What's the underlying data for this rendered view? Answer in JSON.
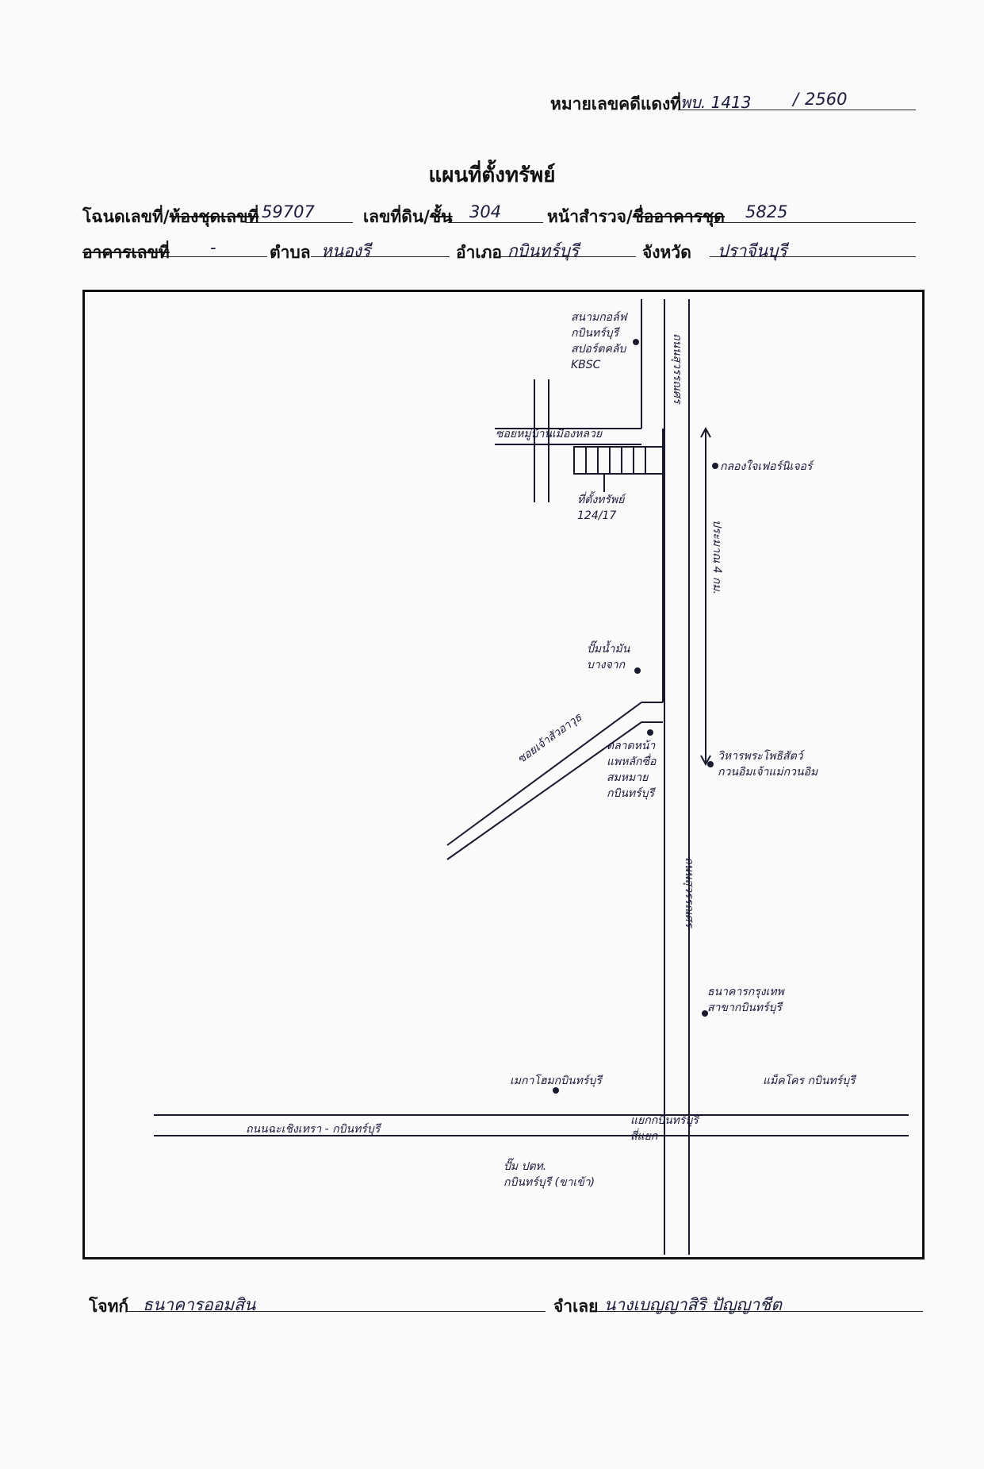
{
  "header": {
    "red_case_label": "หมายเลขคดีแดงที่",
    "red_case_value": "พบ. 1413",
    "red_case_sep": "/",
    "red_case_year": "2560"
  },
  "title": "แผนที่ตั้งทรัพย์",
  "row1": {
    "deed_label": "โฉนดเลขที่/",
    "deed_label_struck": "ห้องชุดเลขที่",
    "deed_value": "59707",
    "land_label": "เลขที่ดิน/",
    "land_label_struck": "ชั้น",
    "land_value": "304",
    "survey_label": "หน้าสำรวจ/",
    "survey_label_struck": "ชื่ออาคารชุด",
    "survey_value": "5825"
  },
  "row2": {
    "building_label_struck": "อาคารเลขที่",
    "building_value": "-",
    "subdistrict_label": "ตำบล",
    "subdistrict_value": "หนองรี",
    "district_label": "อำเภอ",
    "district_value": "กบินทร์บุรี",
    "province_label": "จังหวัด",
    "province_value": "ปราจีนบุรี"
  },
  "map": {
    "golf_course": [
      "สนามกอล์ฟ",
      "กบินทร์บุรี",
      "สปอร์ตคลับ",
      "KBSC"
    ],
    "road_top_vertical": "ถนนสุวรรณศร",
    "soi_top": "ซอยหมู่บ้านเมืองหลวย",
    "property_site": [
      "ที่ตั้งทรัพย์",
      "124/17"
    ],
    "furniture": "กลองใจเฟอร์นิเจอร์",
    "direction_arrow": "ประมาณ 4 กม.",
    "gas_station_bangchak": [
      "ปั๊มน้ำมัน",
      "บางจาก"
    ],
    "market": [
      "ตลาดหน้า",
      "แพหลักซื่อ",
      "สมหมาย",
      "กบินทร์บุรี"
    ],
    "soi_diagonal": "ซอยเจ้าสัวอาวุธ",
    "temple": [
      "วิหารพระโพธิสัตว์",
      "กวนอิมเจ้าแม่กวนอิม"
    ],
    "road_main_vertical": "ถนนสุวรรณศร",
    "bank_krungthai": [
      "ธนาคารกรุงเทพ",
      "สาขากบินทร์บุรี"
    ],
    "mega_home": "เมกาโฮมกบินทร์บุรี",
    "makro": "แม็คโคร กบินทร์บุรี",
    "road_horizontal": "ถนนฉะเชิงเทรา - กบินทร์บุรี",
    "junction": [
      "แยกกบินทร์บุรี",
      "สี่แยก"
    ],
    "ptt_station": [
      "ปั๊ม ปตท.",
      "กบินทร์บุรี (ขาเข้า)"
    ]
  },
  "footer": {
    "plaintiff_label": "โจทก์",
    "plaintiff_value": "ธนาคารออมสิน",
    "defendant_label": "จำเลย",
    "defendant_value": "นางเบญญาสิริ    ปัญญาชีต"
  }
}
